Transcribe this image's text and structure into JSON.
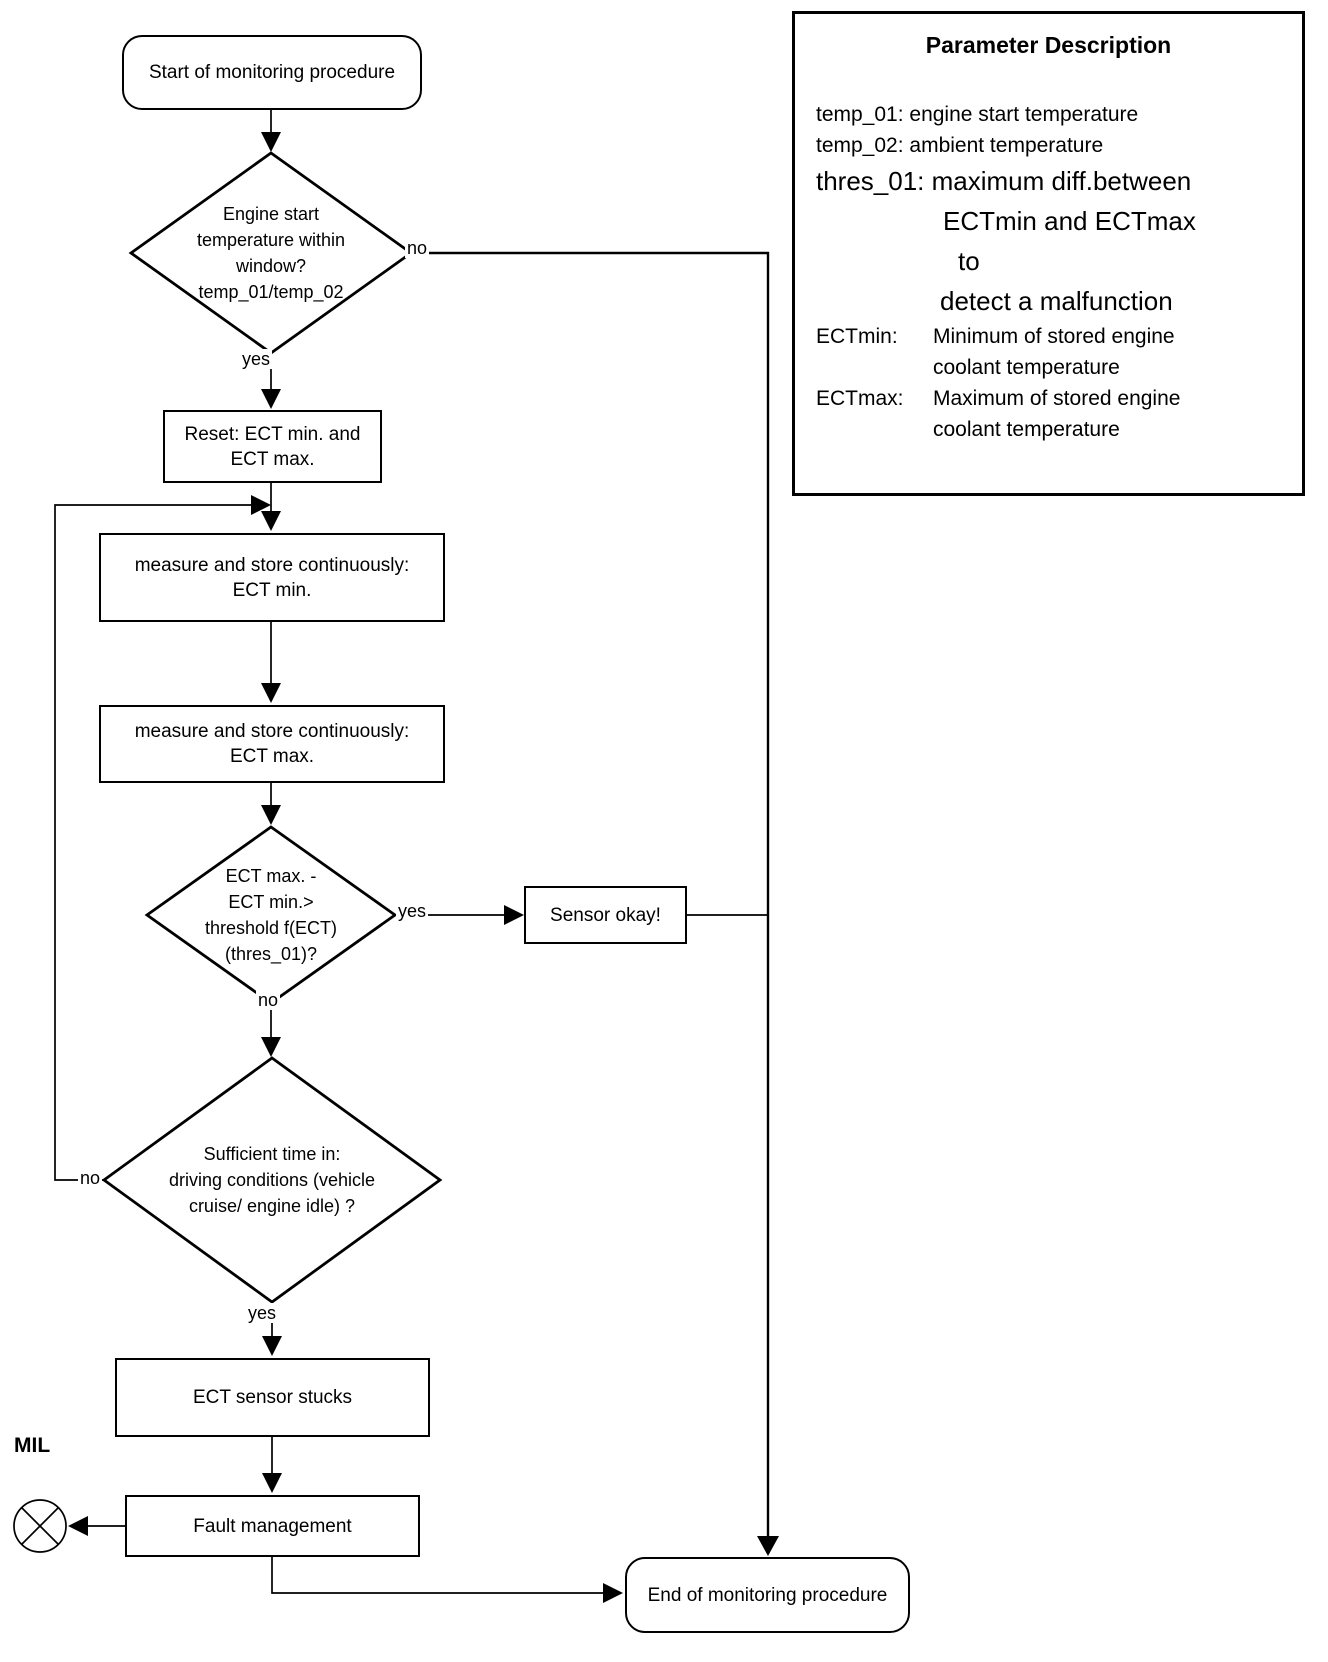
{
  "flowchart": {
    "start_label": "Start of monitoring procedure",
    "end_label": "End of monitoring procedure",
    "decision_engine_start": [
      "Engine start",
      "temperature within",
      "window?",
      "temp_01/temp_02"
    ],
    "reset_box": [
      "Reset: ECT min. and",
      "ECT max."
    ],
    "measure_min_box": [
      "measure and store continuously:",
      "ECT min."
    ],
    "measure_max_box": [
      "measure and store continuously:",
      "ECT max."
    ],
    "decision_threshold": [
      "ECT max. -",
      "ECT min.>",
      "threshold f(ECT)",
      "(thres_01)?"
    ],
    "sensor_okay_label": "Sensor okay!",
    "decision_sufficient_time": [
      "Sufficient time in:",
      "driving conditions (vehicle",
      "cruise/ engine idle) ?"
    ],
    "sensor_stucks_label": "ECT sensor stucks",
    "fault_management_label": "Fault management",
    "mil_label": "MIL",
    "branch_labels": {
      "engine_start_no": "no",
      "engine_start_yes": "yes",
      "threshold_yes": "yes",
      "threshold_no": "no",
      "sufficient_time_no": "no",
      "sufficient_time_yes": "yes"
    }
  },
  "legend": {
    "title": "Parameter Description",
    "param_lines": [
      "temp_01: engine start temperature",
      "temp_02: ambient temperature",
      "thres_01: maximum diff.between",
      "ECTmin and ECTmax",
      "to",
      "detect a malfunction"
    ],
    "definitions": [
      {
        "term": "ECTmin:",
        "desc_line1": "Minimum of stored engine",
        "desc_line2": "coolant temperature"
      },
      {
        "term": "ECTmax:",
        "desc_line1": "Maximum of stored engine",
        "desc_line2": "coolant temperature"
      }
    ]
  },
  "colors": {
    "ink": "#000000",
    "background": "#ffffff"
  }
}
